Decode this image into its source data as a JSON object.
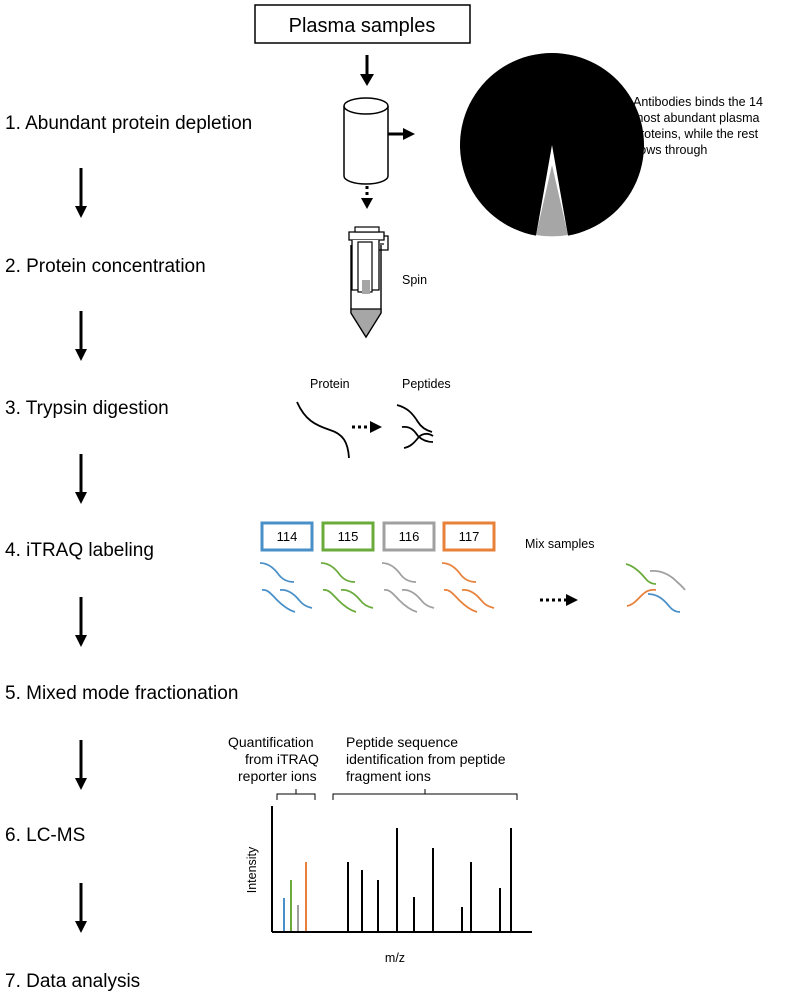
{
  "title": "Plasma samples",
  "steps": [
    "1. Abundant protein depletion",
    "2. Protein concentration",
    "3. Trypsin digestion",
    "4. iTRAQ labeling",
    "5. Mixed mode fractionation",
    "6. LC-MS",
    "7. Data analysis"
  ],
  "depletion_note": [
    "Antibodies binds the 14",
    "most abundant plasma",
    "proteins, while the rest",
    "flows through"
  ],
  "spin_label": "Spin",
  "digestion": {
    "protein_label": "Protein",
    "peptides_label": "Peptides"
  },
  "labeling": {
    "tags": [
      {
        "label": "114",
        "color": "#4a90c8"
      },
      {
        "label": "115",
        "color": "#6aab3c"
      },
      {
        "label": "116",
        "color": "#a0a0a0"
      },
      {
        "label": "117",
        "color": "#e8813a"
      }
    ],
    "mix_label": "Mix samples"
  },
  "spectrum": {
    "quant_label": [
      "Quantification",
      "from iTRAQ",
      "reporter ions"
    ],
    "ident_label": [
      "Peptide sequence",
      "identification from peptide",
      "fragment ions"
    ],
    "ylabel": "Intensity",
    "xlabel": "m/z",
    "colors": {
      "blue": "#4a90c8",
      "green": "#6aab3c",
      "gray": "#a0a0a0",
      "orange": "#e8813a",
      "black": "#000000"
    }
  }
}
